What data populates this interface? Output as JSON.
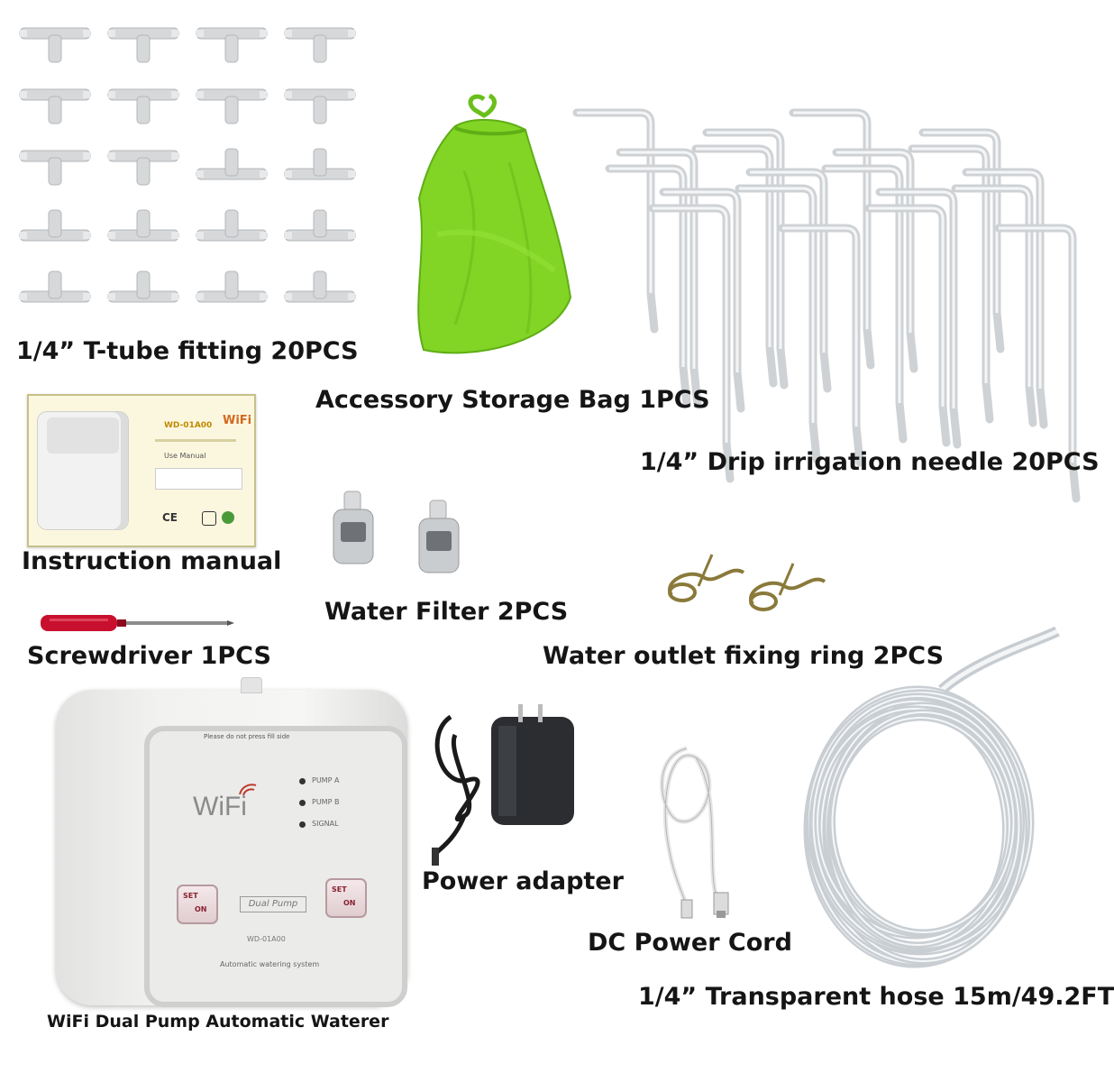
{
  "labels": {
    "t_tube": "1/4”  T-tube fitting  20PCS",
    "bag": "Accessory Storage Bag 1PCS",
    "needle": "1/4”  Drip irrigation needle 20PCS",
    "manual": "Instruction manual",
    "filter": "Water Filter 2PCS",
    "ring": "Water outlet fixing ring 2PCS",
    "screwdriver": "Screwdriver 1PCS",
    "adapter": "Power adapter",
    "cord": "DC Power Cord",
    "hose": "1/4”  Transparent hose 15m/49.2FT",
    "waterer": "WiFi Dual Pump Automatic Waterer"
  },
  "device": {
    "brand": "WiFi",
    "top_text": "Please do not press fill side",
    "led_1": "PUMP A",
    "led_2": "PUMP B",
    "led_3": "SIGNAL",
    "badge": "Dual Pump",
    "model": "WD-01A00",
    "subtitle": "Automatic watering system",
    "btn_left_top": "SET",
    "btn_left_bottom": "ON",
    "btn_right_top": "SET",
    "btn_right_bottom": "ON"
  },
  "manual_cover": {
    "title": "WD-01A00",
    "subtitle": "WiFi",
    "line": "Use Manual",
    "marks": "CE"
  },
  "colors": {
    "bag": "#7ed321",
    "screwdriver": "#c8102e",
    "plastic": "#d4d6d8",
    "device_body": "#efefee"
  }
}
